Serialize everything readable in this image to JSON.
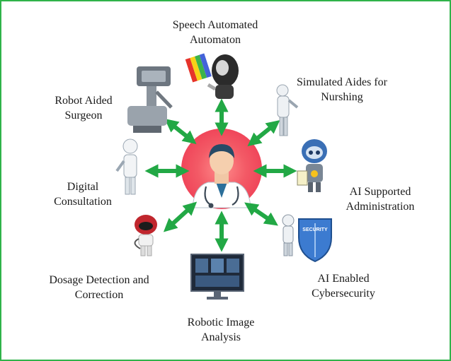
{
  "center": {
    "label_icon": "doctor-icon",
    "glow_color": "#f0465a"
  },
  "arrow_color": "#22a845",
  "border_color": "#2fb34a",
  "nodes": {
    "speech": {
      "line1": "Speech Automated",
      "line2": "Automaton",
      "icon": "speech-robot-icon"
    },
    "nursing": {
      "line1": "Simulated Aides for",
      "line2": "Nurshing",
      "icon": "nurse-robot-icon"
    },
    "admin": {
      "line1": "AI Supported",
      "line2": "Administration",
      "icon": "admin-robot-icon"
    },
    "cyber": {
      "line1": "AI Enabled",
      "line2": "Cybersecurity",
      "icon": "security-shield-robot-icon",
      "shield_text": "SECURITY"
    },
    "imaging": {
      "line1": "Robotic Image",
      "line2": "Analysis",
      "icon": "imaging-monitor-icon"
    },
    "dosage": {
      "line1": "Dosage Detection and",
      "line2": "Correction",
      "icon": "dosage-robot-icon"
    },
    "consult": {
      "line1": "Digital",
      "line2": "Consultation",
      "icon": "consultation-robot-icon"
    },
    "surgeon": {
      "line1": "Robot Aided",
      "line2": "Surgeon",
      "icon": "surgical-robot-icon"
    }
  }
}
